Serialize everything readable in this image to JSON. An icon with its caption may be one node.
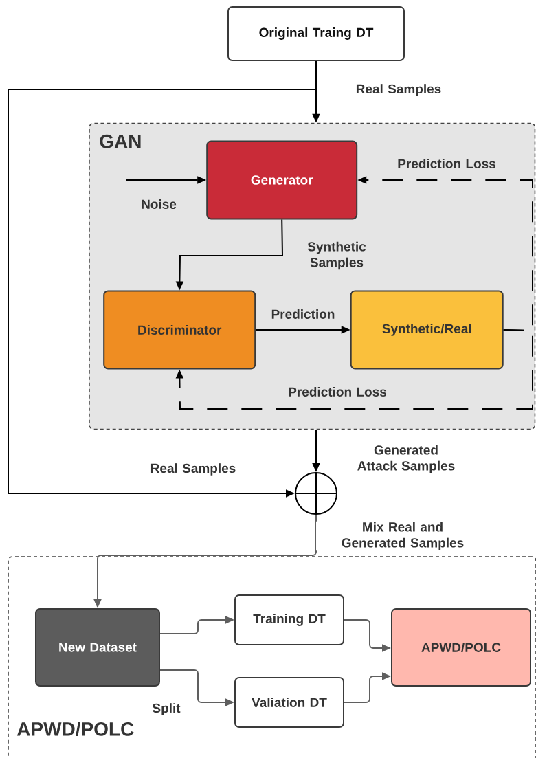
{
  "diagram": {
    "nodes": [
      {
        "text": [
          "Original Traing DT"
        ]
      },
      {
        "text": [
          "GAN"
        ]
      },
      {
        "text": [
          "Generator"
        ],
        "in": 1
      },
      {
        "text": [
          "Discriminator"
        ],
        "in": 1
      },
      {
        "text": [
          "Synthetic/Real"
        ],
        "in": 1
      },
      {
        "text": [],
        "shape": "circle"
      },
      {
        "text": [
          "APWD/POLC"
        ]
      },
      {
        "text": [
          "New Dataset"
        ],
        "in": 6
      },
      {
        "text": [
          "Training DT"
        ],
        "in": 6
      },
      {
        "text": [
          "Valiation DT"
        ],
        "in": 6
      },
      {
        "text": [
          "APWD/POLC"
        ],
        "in": 6
      }
    ],
    "edges": [
      {
        "from": 0,
        "to": 1,
        "arrow": "to",
        "label": "Real Samples"
      },
      {
        "from": 0,
        "to": 5,
        "arrow": "to",
        "label": "Real Samples"
      },
      {
        "from": null,
        "to": 2,
        "arrow": "to",
        "label": "Noise"
      },
      {
        "from": 2,
        "to": 3,
        "arrow": "to",
        "label": "Synthetic Samples"
      },
      {
        "from": 3,
        "to": 4,
        "arrow": "to",
        "label": "Prediction"
      },
      {
        "from": 4,
        "to": 2,
        "arrow": "to",
        "label": "Prediction Loss",
        "style": "dashed"
      },
      {
        "from": 4,
        "to": 3,
        "arrow": "to",
        "label": "Prediction Loss",
        "style": "dashed"
      },
      {
        "from": 1,
        "to": 5,
        "arrow": "to",
        "label": "Generated Attack Samples"
      },
      {
        "from": 5,
        "to": 7,
        "arrow": "to",
        "label": "Mix Real and Generated Samples",
        "color": "#5f5f5f"
      },
      {
        "from": 7,
        "to": 8,
        "arrow": "to",
        "color": "#5f5f5f"
      },
      {
        "from": 7,
        "to": 9,
        "arrow": "to",
        "label": "Split",
        "color": "#5f5f5f"
      },
      {
        "from": 8,
        "to": 10,
        "arrow": "to",
        "color": "#5f5f5f"
      },
      {
        "from": 9,
        "to": 10,
        "arrow": "to",
        "color": "#5f5f5f"
      }
    ]
  }
}
